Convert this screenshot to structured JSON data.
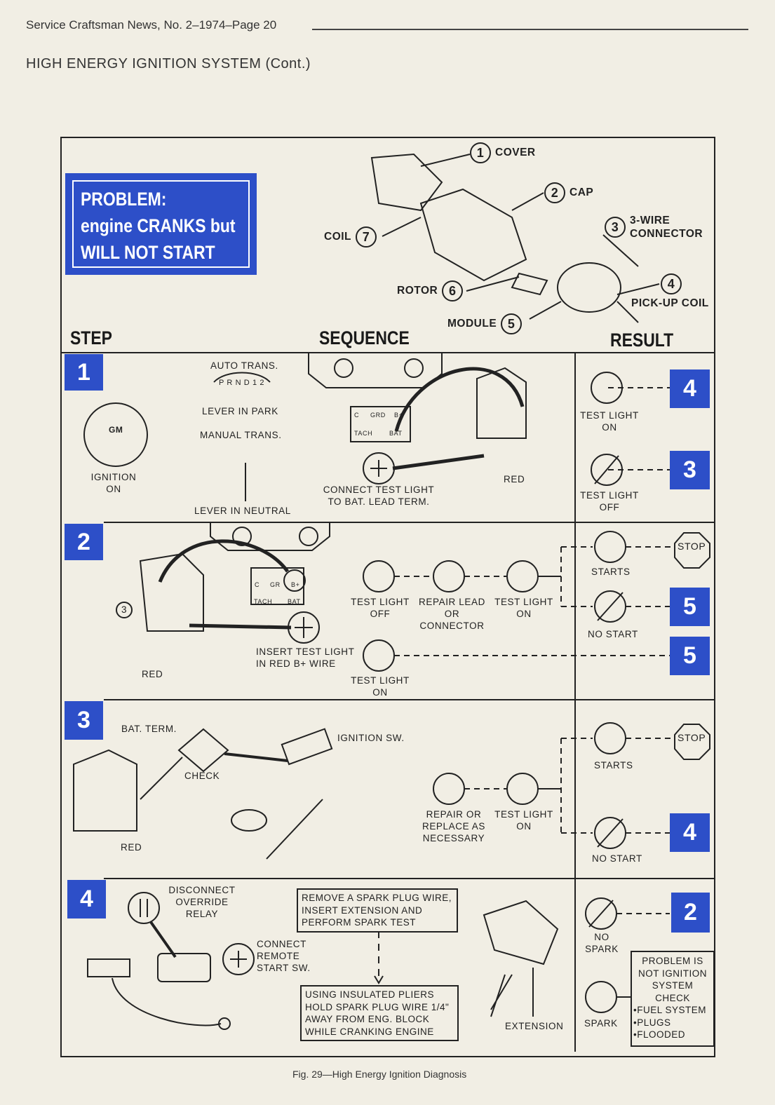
{
  "header": {
    "running_head": "Service Craftsman News, No. 2–1974–Page 20",
    "section_title": "HIGH ENERGY IGNITION SYSTEM (Cont.)"
  },
  "problem": {
    "line1": "PROBLEM:",
    "line2": "engine CRANKS but",
    "line3": "WILL NOT START"
  },
  "parts": [
    {
      "num": "1",
      "label": "COVER"
    },
    {
      "num": "2",
      "label": "CAP"
    },
    {
      "num": "3",
      "label": "3-WIRE CONNECTOR"
    },
    {
      "num": "4",
      "label": "PICK-UP COIL"
    },
    {
      "num": "5",
      "label": "MODULE"
    },
    {
      "num": "6",
      "label": "ROTOR"
    },
    {
      "num": "7",
      "label": "COIL"
    }
  ],
  "columns": {
    "step": "STEP",
    "sequence": "SEQUENCE",
    "result": "RESULT"
  },
  "step1": {
    "number": "1",
    "auto_trans": "AUTO TRANS.",
    "gear_indicator": "P R N D 1 2",
    "lever_park": "LEVER IN PARK",
    "manual_trans": "MANUAL TRANS.",
    "ignition_on": "IGNITION ON",
    "lever_neutral": "LEVER IN NEUTRAL",
    "connect": "CONNECT TEST LIGHT TO BAT. LEAD TERM.",
    "red": "RED",
    "terminals": {
      "c": "C",
      "grd": "GRD",
      "bplus": "B+",
      "tach": "TACH",
      "bat": "BAT"
    },
    "key_logo": "GM",
    "result_on": "TEST LIGHT ON",
    "result_on_goto": "4",
    "result_off": "TEST LIGHT OFF",
    "result_off_goto": "3"
  },
  "step2": {
    "number": "2",
    "connector_num": "3",
    "insert": "INSERT TEST LIGHT IN RED B+ WIRE",
    "red": "RED",
    "terminals": {
      "c": "C",
      "gr": "GR",
      "bplus": "B+",
      "tach": "TACH",
      "bat": "BAT"
    },
    "light_off": "TEST LIGHT OFF",
    "repair": "REPAIR LEAD OR CONNECTOR",
    "light_on_a": "TEST LIGHT ON",
    "starts": "STARTS",
    "stop": "STOP",
    "no_start": "NO START",
    "no_start_goto": "5",
    "light_on_b": "TEST LIGHT ON",
    "light_on_b_goto": "5"
  },
  "step3": {
    "number": "3",
    "bat_term": "BAT. TERM.",
    "check": "CHECK",
    "ignition_sw": "IGNITION SW.",
    "red": "RED",
    "repair": "REPAIR OR REPLACE AS NECESSARY",
    "light_on": "TEST LIGHT ON",
    "starts": "STARTS",
    "stop": "STOP",
    "no_start": "NO START",
    "no_start_goto": "4"
  },
  "step4": {
    "number": "4",
    "disconnect": "DISCONNECT OVERRIDE RELAY",
    "connect_remote": "CONNECT REMOTE START SW.",
    "box1": "REMOVE A SPARK PLUG WIRE, INSERT EXTENSION AND PERFORM SPARK TEST",
    "box2": "USING INSULATED PLIERS HOLD SPARK PLUG WIRE 1/4\" AWAY FROM ENG. BLOCK WHILE CRANKING ENGINE",
    "extension": "EXTENSION",
    "no_spark": "NO SPARK",
    "no_spark_goto": "2",
    "spark": "SPARK",
    "problem_title": "PROBLEM IS NOT IGNITION SYSTEM CHECK",
    "bullets": [
      "•FUEL SYSTEM",
      "•PLUGS",
      "•FLOODED"
    ]
  },
  "caption": "Fig. 29—High Energy Ignition Diagnosis",
  "colors": {
    "step_box": "#2d4fc8",
    "paper": "#f1eee4",
    "ink": "#222222"
  }
}
